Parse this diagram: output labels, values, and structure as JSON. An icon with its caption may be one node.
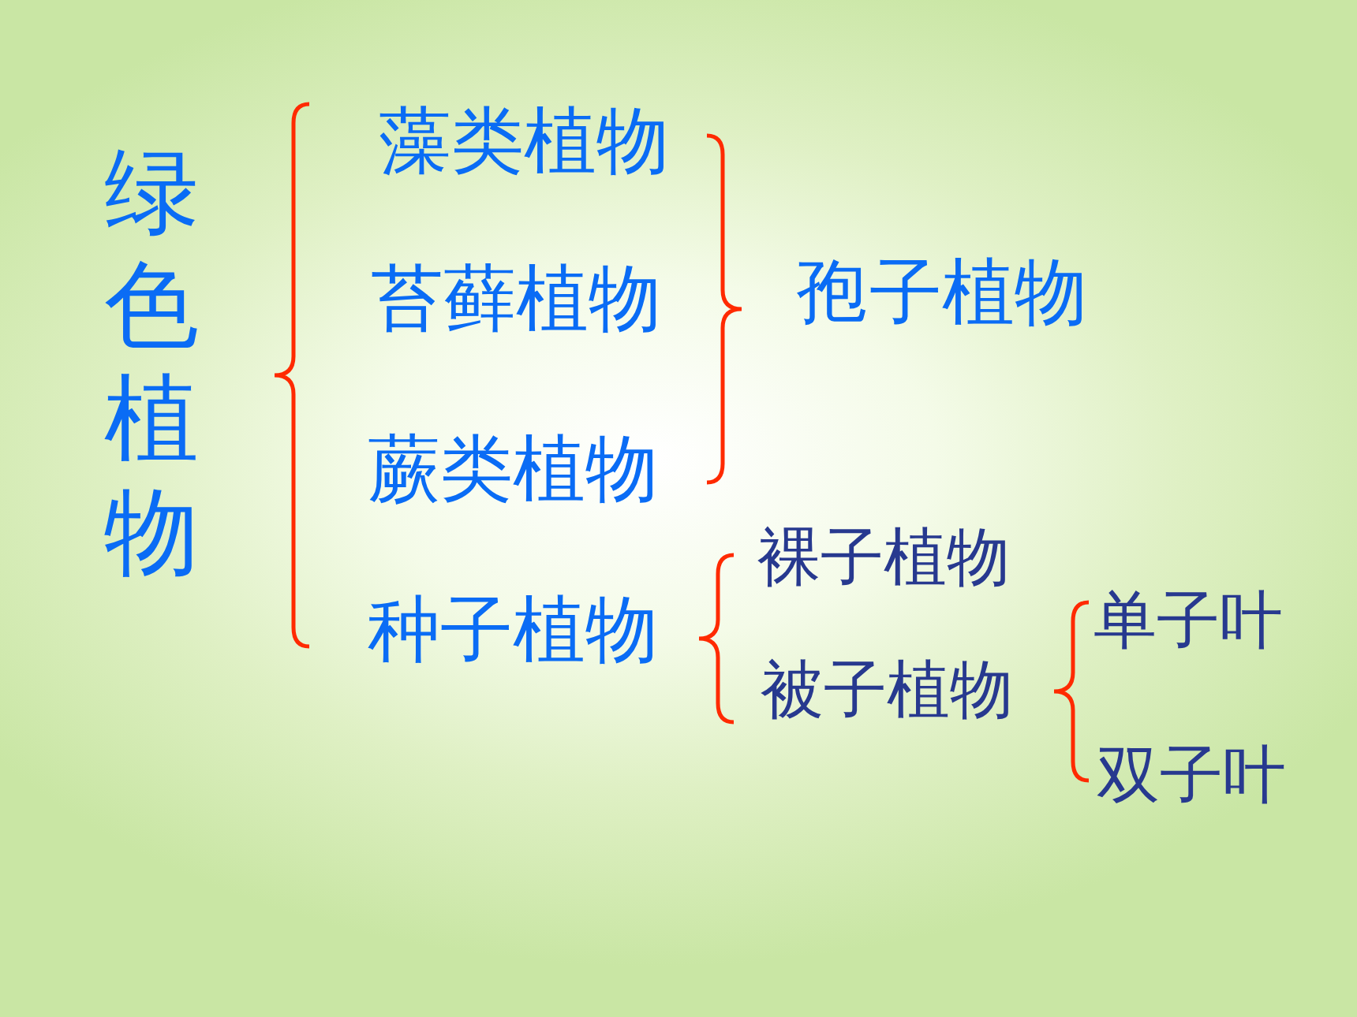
{
  "diagram": {
    "labels": [
      "绿色植物",
      "藻类植物",
      "苔藓植物",
      "蕨类植物",
      "孢子植物",
      "种子植物",
      "裸子植物",
      "被子植物",
      "单子叶",
      "双子叶"
    ]
  }
}
